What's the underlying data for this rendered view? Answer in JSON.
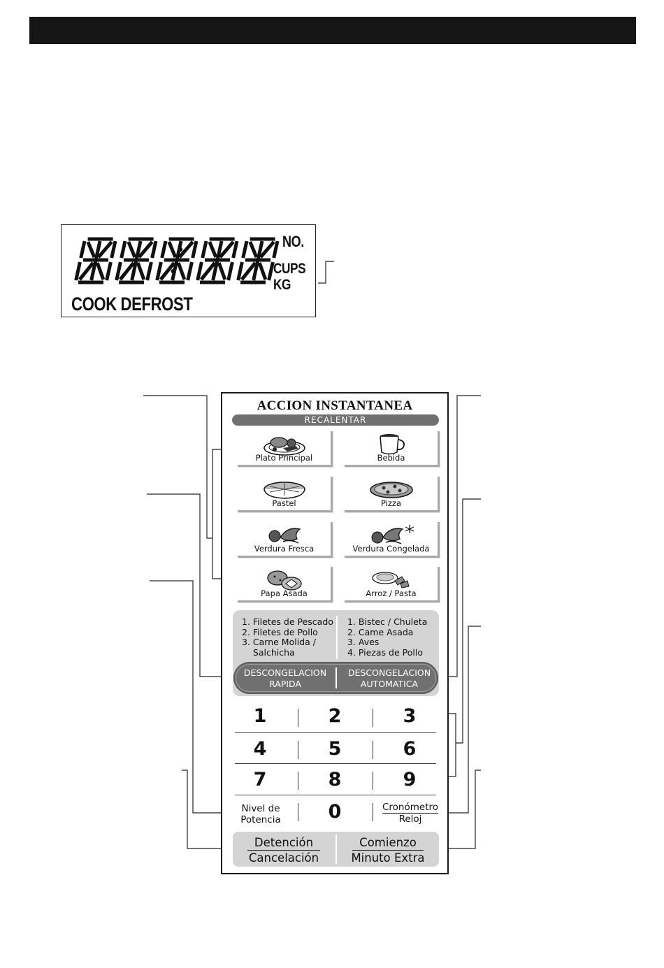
{
  "display": {
    "unit_no": "NO.",
    "unit_cups": "CUPS",
    "unit_kg": "KG",
    "mode_labels": "COOK DEFROST"
  },
  "panel": {
    "title": "ACCION INSTANTANEA",
    "reheat_label": "RECALENTAR",
    "food_buttons": [
      {
        "label": "Plato Principal",
        "icon": "plate-icon"
      },
      {
        "label": "Bebida",
        "icon": "cup-icon"
      },
      {
        "label": "Pastel",
        "icon": "pie-icon"
      },
      {
        "label": "Pizza",
        "icon": "pizza-icon"
      },
      {
        "label": "Verdura Fresca",
        "icon": "vegetable-icon"
      },
      {
        "label": "Verdura Congelada",
        "icon": "frozen-vegetable-icon"
      },
      {
        "label": "Papa Asada",
        "icon": "potato-icon"
      },
      {
        "label": "Arroz / Pasta",
        "icon": "pasta-icon"
      }
    ],
    "quick_defrost_list": "1. Filetes de Pescado\n2. Filetes de Pollo\n3. Carne Molida /\n    Salchicha",
    "auto_defrost_list": "1. Bistec / Chuleta\n2. Came Asada\n3. Aves\n4. Piezas de Pollo",
    "quick_defrost": {
      "line1": "DESCONGELACION",
      "line2": "RAPIDA"
    },
    "auto_defrost": {
      "line1": "DESCONGELACION",
      "line2": "AUTOMATICA"
    },
    "digits": [
      "1",
      "2",
      "3",
      "4",
      "5",
      "6",
      "7",
      "8",
      "9",
      "0"
    ],
    "power_level": {
      "line1": "Nivel de",
      "line2": "Potencia"
    },
    "timer_clock": {
      "line1": "Cronómetro",
      "line2": "Reloj"
    },
    "stop_cancel": {
      "line1": "Detención",
      "line2": "Cancelación"
    },
    "start_extra": {
      "line1": "Comienzo",
      "line2": "Minuto Extra"
    }
  }
}
